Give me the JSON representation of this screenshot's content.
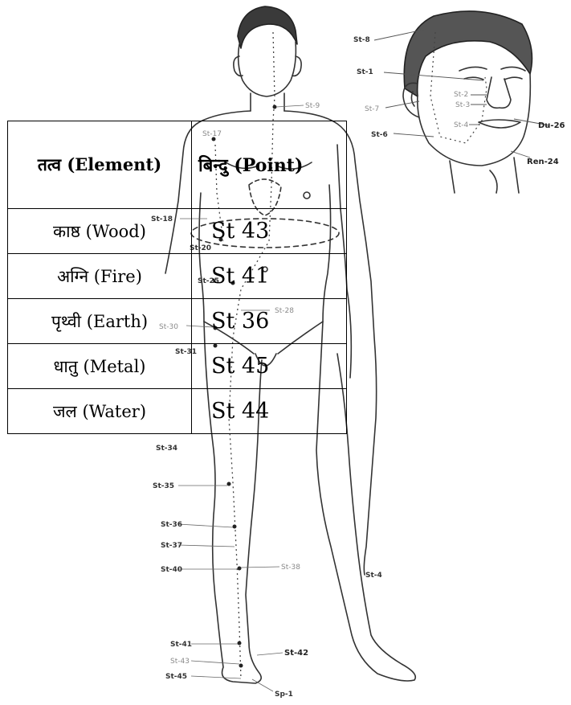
{
  "table": {
    "header": {
      "element": "तत्व (Element)",
      "point": "बिन्दु (Point)"
    },
    "rows": [
      {
        "element": "काष्ठ (Wood)",
        "point": "St 43"
      },
      {
        "element": "अग्नि (Fire)",
        "point": "St 41"
      },
      {
        "element": "पृथ्वी (Earth)",
        "point": "St 36"
      },
      {
        "element": "धातु (Metal)",
        "point": "St 45"
      },
      {
        "element": "जल (Water)",
        "point": "St 44"
      }
    ]
  },
  "body_labels": {
    "st9": "St-9",
    "st17": "St-17",
    "st18": "St-18",
    "st20": "St-20",
    "st25": "St-25",
    "st28": "St-28",
    "st30": "St-30",
    "st31": "St-31",
    "st34": "St-34",
    "st35": "St-35",
    "st36": "St-36",
    "st37": "St-37",
    "st38": "St-38",
    "st40": "St-40",
    "st41": "St-41",
    "st42": "St-42",
    "st43": "St-43",
    "st45": "St-45",
    "st4x": "St-4",
    "sp1": "Sp-1"
  },
  "face_labels": {
    "st8": "St-8",
    "st1": "St-1",
    "st7": "St-7",
    "st6": "St-6",
    "st2": "St-2",
    "st3": "St-3",
    "st4": "St-4",
    "du26": "Du-26",
    "ren24": "Ren-24"
  }
}
